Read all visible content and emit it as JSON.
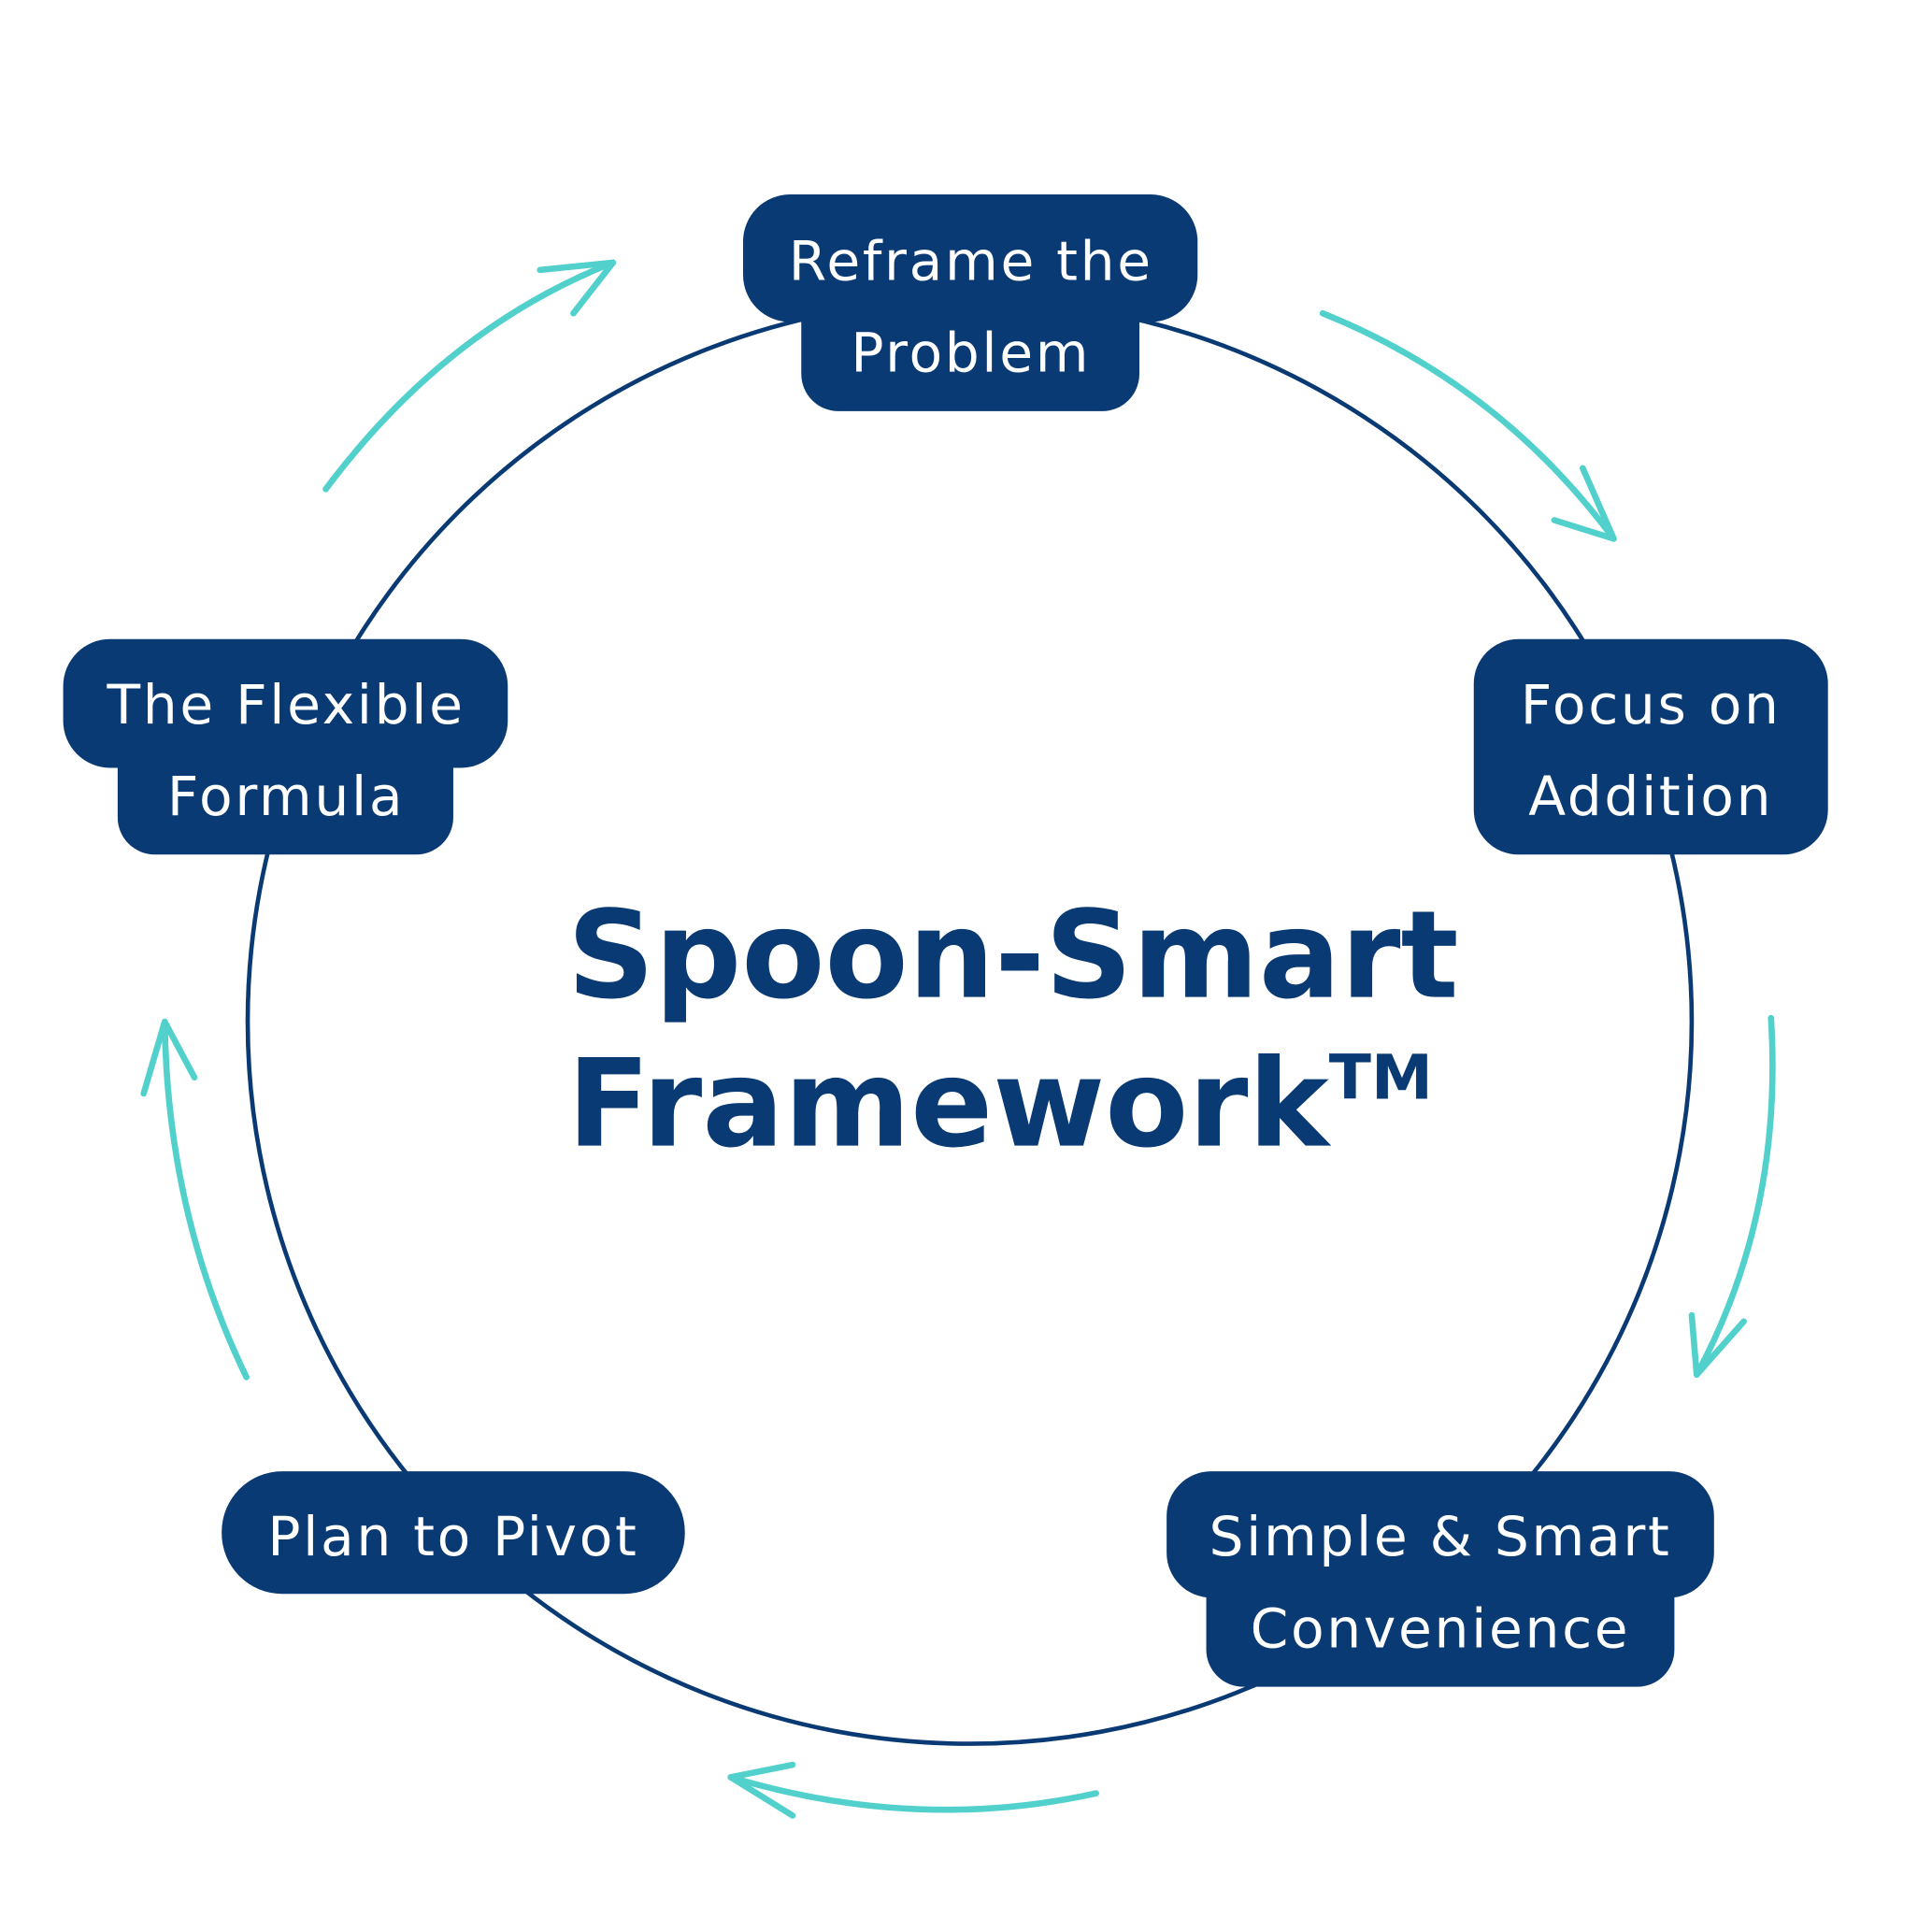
{
  "title": {
    "line1": "Spoon-Smart",
    "line2": "Framework",
    "trademark": "TM"
  },
  "steps": [
    {
      "line1": "Reframe the",
      "line2": "Problem"
    },
    {
      "line1": "Focus on",
      "line2": "Addition"
    },
    {
      "line1": "Simple & Smart",
      "line2": "Convenience"
    },
    {
      "line1": "Plan to Pivot"
    },
    {
      "line1": "The Flexible",
      "line2": "Formula"
    }
  ],
  "colors": {
    "primary": "#0a3a73",
    "arrow": "#52d0cc"
  }
}
